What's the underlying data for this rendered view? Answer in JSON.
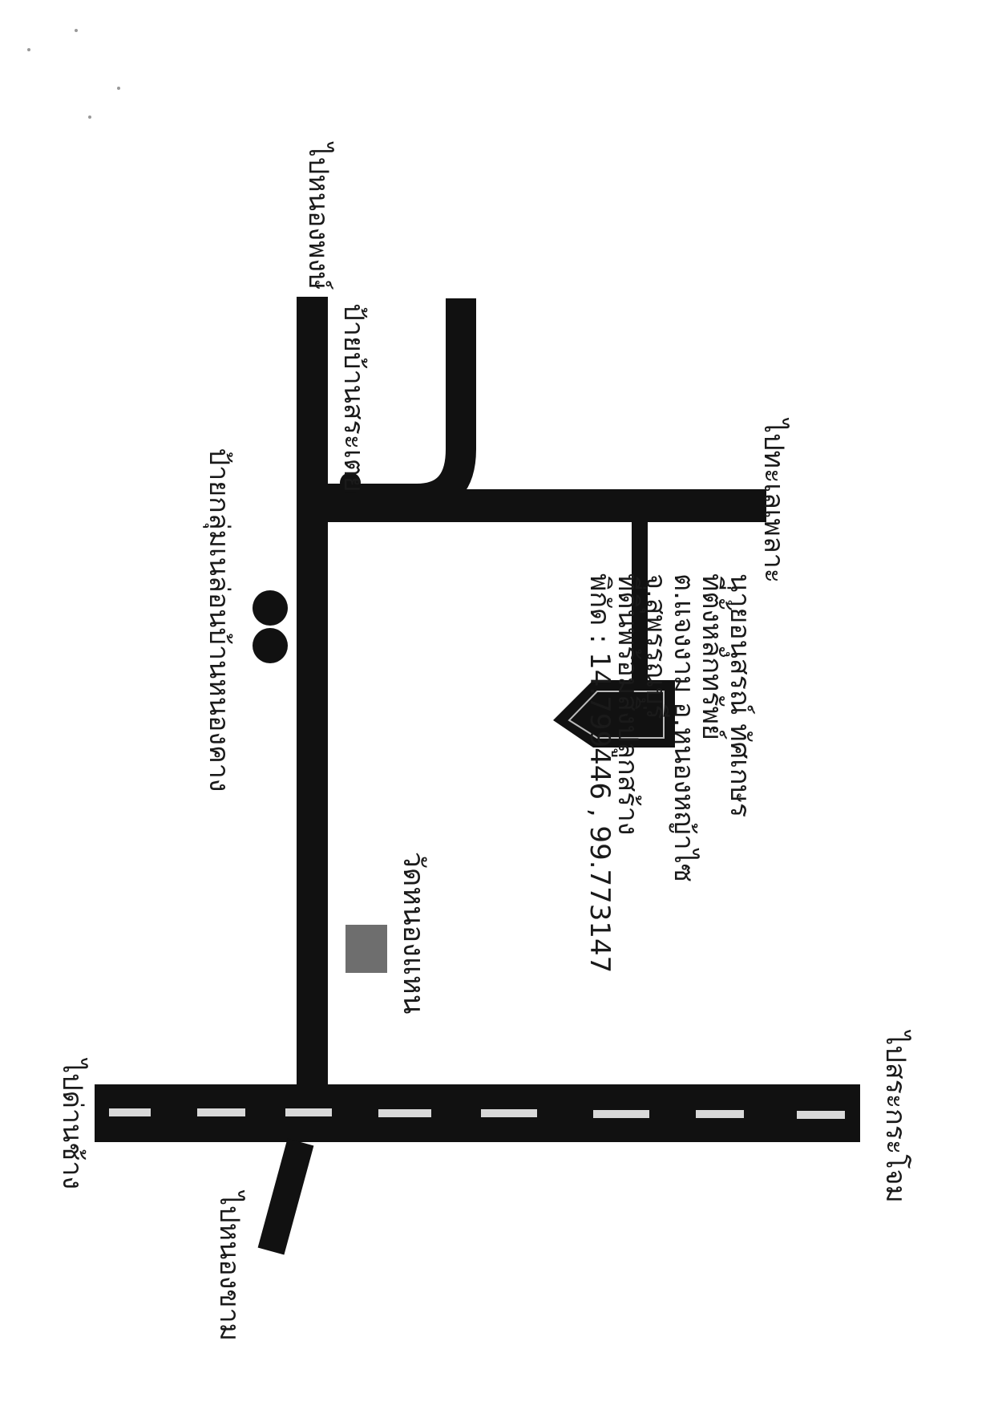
{
  "map": {
    "labels": {
      "to_nong_phong": "ไปหนองพงษ์",
      "to_dan_chang": "ไปด่านช้าง",
      "to_nong_ya_plong": "ไปหนองขาม",
      "to_sa_krachom": "ไปสระกระโจม",
      "to_tha_le_phlao": "ไปทะเลเพลาะ",
      "sign_ban_sa_toei": "ป้ายบ้านสระเตย",
      "sign_group_ban_nong_khang": "ป้ายกลุ่มเนล่อนบ้านหนองคาง",
      "wat_nong_waen": "วัดหนองแหน"
    },
    "owner_info": [
      "นายอนุสรณ์ ทัศเกษร",
      "ที่ตั้งหลักทรัพย์",
      "ต.แจงงาม อ.หนองหญ้าไซ",
      "จ.สุพรรณบุรี",
      "ที่ดินพร้อมสิ่งปลูกสร้าง",
      "พิกัด : 14.799446 , 99.773147"
    ],
    "colors": {
      "road": "#111111",
      "lane_marking": "#d9d9d9",
      "temple_marker": "#6e6e6e",
      "background": "#ffffff"
    },
    "icons": {
      "destination": "house-pointer-icon",
      "sign": "dot-marker-icon",
      "temple": "square-marker-icon"
    }
  }
}
